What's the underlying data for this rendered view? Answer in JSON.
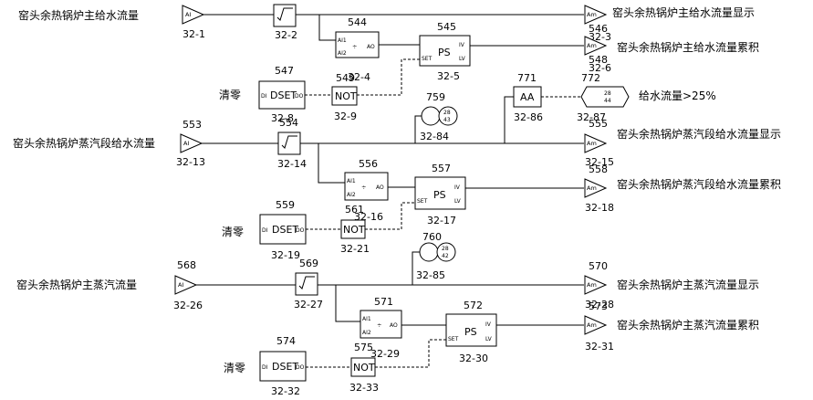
{
  "rows": [
    {
      "input_label": "窑头余热锅炉主给水流量",
      "reset_label": "清零",
      "display_label": "窑头余热锅炉主给水流量显示",
      "total_label": "窑头余热锅炉主给水流量累积",
      "blocks": {
        "ai": {
          "text": "AI",
          "tag": "32-1"
        },
        "sqrt": {
          "tag": "32-2"
        },
        "div": {
          "num": "544",
          "tag": "32-4"
        },
        "ps": {
          "text": "PS",
          "num": "545",
          "tag": "32-5"
        },
        "dset": {
          "text": "DSET",
          "num": "547",
          "tag": "32-8"
        },
        "not": {
          "text": "NOT",
          "num": "549",
          "tag": "32-9"
        },
        "am_display": {
          "text": "Am",
          "num": "546",
          "tag": "32-3"
        },
        "am_total": {
          "text": "Am",
          "num": "548",
          "tag": "32-6"
        }
      }
    },
    {
      "input_label": "窑头余热锅炉蒸汽段给水流量",
      "reset_label": "清零",
      "display_label": "窑头余热锅炉蒸汽段给水流量显示",
      "total_label": "窑头余热锅炉蒸汽段给水流量累积",
      "blocks": {
        "ai": {
          "text": "AI",
          "num": "553",
          "tag": "32-13"
        },
        "sqrt": {
          "num": "554",
          "tag": "32-14"
        },
        "div": {
          "num": "556",
          "tag": "32-16"
        },
        "ps": {
          "text": "PS",
          "num": "557",
          "tag": "32-17"
        },
        "dset": {
          "text": "DSET",
          "num": "559",
          "tag": "32-19"
        },
        "not": {
          "text": "NOT",
          "num": "561",
          "tag": "32-21"
        },
        "am_display": {
          "text": "Am",
          "num": "555",
          "tag": "32-15"
        },
        "am_total": {
          "text": "Am",
          "num": "558",
          "tag": "32-18"
        },
        "trend": {
          "num": "759",
          "tag": "32-84",
          "top": "28",
          "bottom": "43"
        }
      }
    },
    {
      "input_label": "窑头余热锅炉主蒸汽流量",
      "reset_label": "清零",
      "display_label": "窑头余热锅炉主蒸汽流量显示",
      "total_label": "窑头余热锅炉主蒸汽流量累积",
      "blocks": {
        "ai": {
          "text": "AI",
          "num": "568",
          "tag": "32-26"
        },
        "sqrt": {
          "num": "569",
          "tag": "32-27"
        },
        "div": {
          "num": "571",
          "tag": "32-29"
        },
        "ps": {
          "text": "PS",
          "num": "572",
          "tag": "32-30"
        },
        "dset": {
          "text": "DSET",
          "num": "574",
          "tag": "32-32"
        },
        "not": {
          "text": "NOT",
          "num": "575",
          "tag": "32-33"
        },
        "am_display": {
          "text": "Am",
          "num": "570",
          "tag": "32-28"
        },
        "am_total": {
          "text": "Am",
          "num": "573",
          "tag": "32-31"
        },
        "trend": {
          "num": "760",
          "tag": "32-85",
          "top": "28",
          "bottom": "42"
        }
      }
    }
  ],
  "alarm": {
    "aa": {
      "text": "AA",
      "num": "771",
      "tag": "32-86"
    },
    "hex": {
      "num": "772",
      "tag": "32-87",
      "top": "28",
      "bottom": "44"
    },
    "label": "给水流量>25%"
  },
  "pins": {
    "ai1": "AI1",
    "ai2": "AI2",
    "ao": "AO",
    "set": "SET",
    "iv": "IV",
    "lv": "LV",
    "di": "DI",
    "do": "DO"
  }
}
